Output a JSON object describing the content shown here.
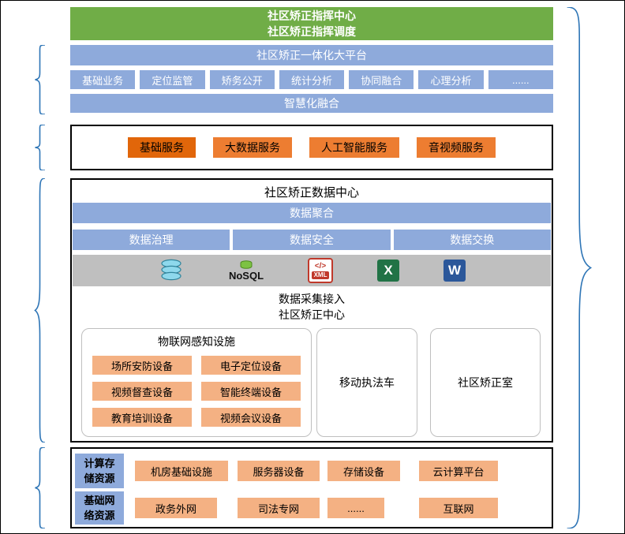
{
  "colors": {
    "green": "#70AD47",
    "blue": "#8EAADB",
    "orange": "#ED7D31",
    "orange-dark": "#E1660A",
    "orange-light": "#F4B183",
    "gray-bar": "#BFBFBF",
    "brace": "#2E75B6"
  },
  "header": {
    "line1": "社区矫正指挥中心",
    "line2": "社区矫正指挥调度"
  },
  "platform": {
    "title": "社区矫正一体化大平台",
    "modules": [
      "基础业务",
      "定位监管",
      "矫务公开",
      "统计分析",
      "协同融合",
      "心理分析",
      "......"
    ],
    "fusion": "智慧化融合"
  },
  "services": [
    "基础服务",
    "大数据服务",
    "人工智能服务",
    "音视频服务"
  ],
  "data_center": {
    "title": "社区矫正数据中心",
    "aggregation": "数据聚合",
    "functions": [
      "数据治理",
      "数据安全",
      "数据交换"
    ],
    "access_line1": "数据采集接入",
    "access_line2": "社区矫正中心",
    "iot": {
      "title": "物联网感知设施",
      "devices": [
        "场所安防设备",
        "电子定位设备",
        "视频督查设备",
        "智能终端设备",
        "教育培训设备",
        "视频会议设备"
      ]
    },
    "mobile": "移动执法车",
    "room": "社区矫正室"
  },
  "tech": {
    "nosql_label": "NoSQL",
    "xml_glyph": "</>",
    "xml_label": "XML",
    "excel_letter": "X",
    "word_letter": "W"
  },
  "resources": {
    "compute_label": "计算存\n储资源",
    "compute_items": [
      "机房基础设施",
      "服务器设备",
      "存储设备",
      "云计算平台"
    ],
    "network_label": "基础网\n络资源",
    "network_items": [
      "政务外网",
      "司法专网",
      "......",
      "互联网"
    ]
  }
}
